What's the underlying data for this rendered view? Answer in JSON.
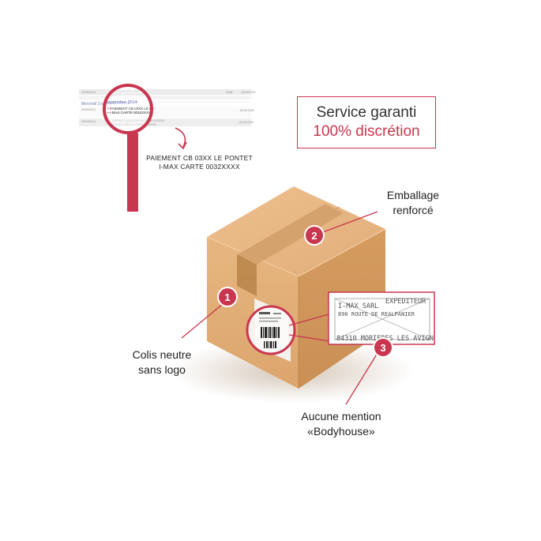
{
  "service": {
    "line1": "Service garanti",
    "line2": "100% discrétion"
  },
  "statement": {
    "line1": "PAIEMENT CB 03XX LE PONTET",
    "line2": "I-MAX CARTE 0032XXXX",
    "date_header": "Mercredi 3 septembre 2014"
  },
  "callouts": [
    {
      "number": "1",
      "line1": "Colis neutre",
      "line2": "sans logo"
    },
    {
      "number": "2",
      "line1": "Emballage",
      "line2": "renforcé"
    },
    {
      "number": "3",
      "line1": "Aucune mention",
      "line2": "«Bodyhouse»"
    }
  ],
  "sender_label": {
    "title": "EXPEDITEUR",
    "line1": "I-MAX SARL",
    "line2": "890 ROUTE DE REALPANIER",
    "line3": "84310 MORIERES LES AVIGN"
  },
  "colors": {
    "accent": "#c8374f",
    "box": "#e3b27d",
    "box_side": "#d39a60",
    "tape": "#c9965b"
  },
  "icons": [
    "magnifier-icon",
    "curved-arrow-icon",
    "barcode-icon",
    "number-badge-icon"
  ]
}
